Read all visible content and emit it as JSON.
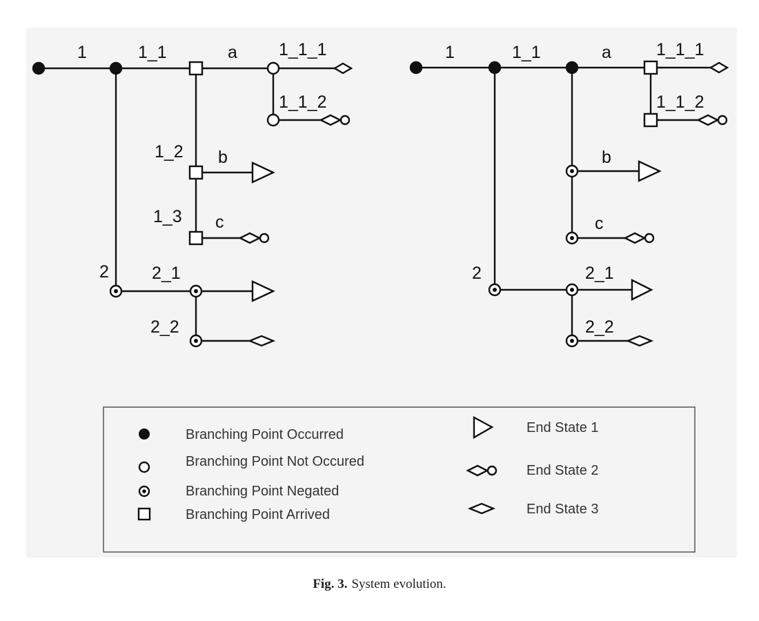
{
  "left_tree": {
    "labels": {
      "l1": "1",
      "l1_1": "1_1",
      "la": "a",
      "l1_1_1": "1_1_1",
      "l1_1_2": "1_1_2",
      "l1_2": "1_2",
      "lb": "b",
      "l1_3": "1_3",
      "lc": "c",
      "l2": "2",
      "l2_1": "2_1",
      "l2_2": "2_2"
    }
  },
  "right_tree": {
    "labels": {
      "l1": "1",
      "l1_1": "1_1",
      "la": "a",
      "l1_1_1": "1_1_1",
      "l1_1_2": "1_1_2",
      "lb": "b",
      "lc": "c",
      "l2": "2",
      "l2_1": "2_1",
      "l2_2": "2_2"
    }
  },
  "legend": {
    "occurred": "Branching Point Occurred",
    "not_occurred": "Branching Point Not Occured",
    "negated": "Branching Point Negated",
    "arrived": "Branching Point Arrived",
    "end1": "End State 1",
    "end2": "End State 2",
    "end3": "End State 3"
  },
  "caption": {
    "prefix": "Fig. 3.",
    "text": "System evolution."
  }
}
